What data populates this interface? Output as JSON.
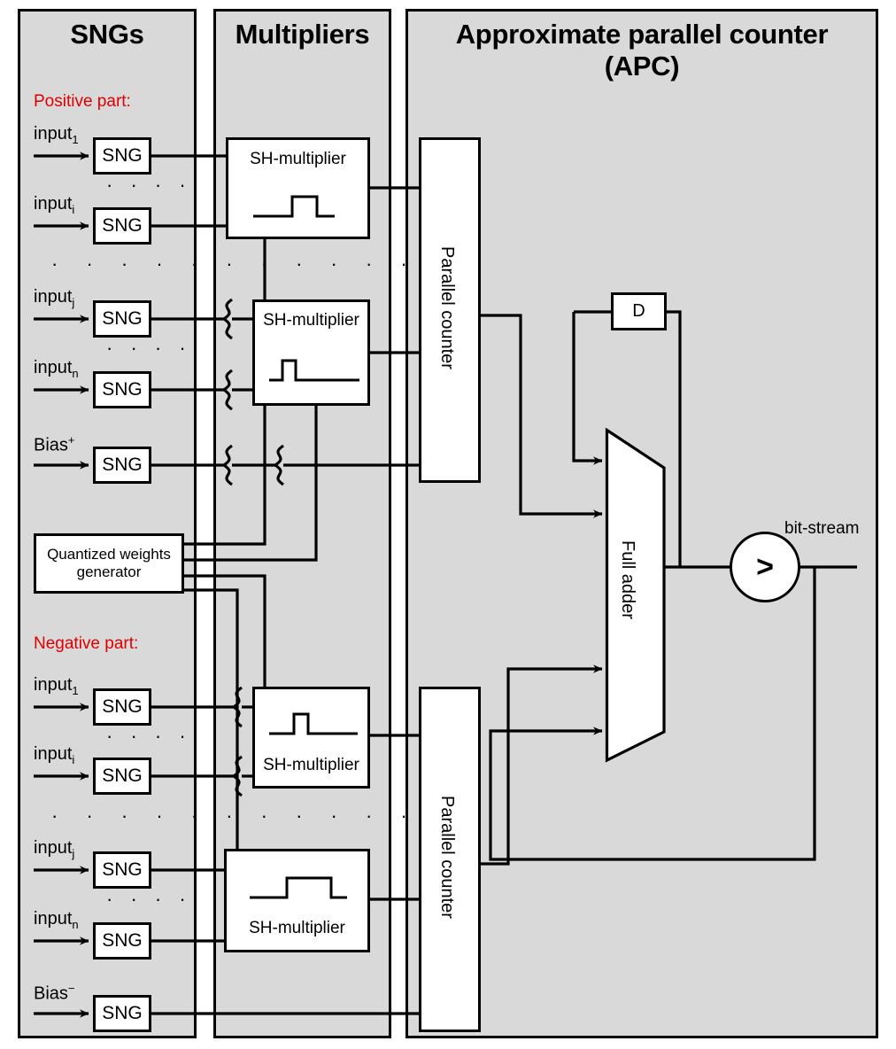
{
  "panels": {
    "sngs": {
      "title": "SNGs"
    },
    "multipliers": {
      "title": "Multipliers"
    },
    "apc": {
      "title_line1": "Approximate parallel counter",
      "title_line2": "(APC)"
    }
  },
  "sections": {
    "positive_label": "Positive part:",
    "negative_label": "Negative part:"
  },
  "positive": {
    "inputs": [
      {
        "name": "input",
        "sub": "1",
        "sng": "SNG"
      },
      {
        "name": "input",
        "sub": "i",
        "sng": "SNG"
      },
      {
        "name": "input",
        "sub": "j",
        "sng": "SNG"
      },
      {
        "name": "input",
        "sub": "n",
        "sng": "SNG"
      }
    ],
    "bias": {
      "name": "Bias",
      "sup": "+",
      "sng": "SNG"
    },
    "multipliers": [
      {
        "label": "SH-multiplier"
      },
      {
        "label": "SH-multiplier"
      }
    ]
  },
  "negative": {
    "inputs": [
      {
        "name": "input",
        "sub": "1",
        "sng": "SNG"
      },
      {
        "name": "input",
        "sub": "i",
        "sng": "SNG"
      },
      {
        "name": "input",
        "sub": "j",
        "sng": "SNG"
      },
      {
        "name": "input",
        "sub": "n",
        "sng": "SNG"
      }
    ],
    "bias": {
      "name": "Bias",
      "sup": "−",
      "sng": "SNG"
    },
    "multipliers": [
      {
        "label": "SH-multiplier"
      },
      {
        "label": "SH-multiplier"
      }
    ]
  },
  "weights_generator": {
    "line1": "Quantized weights",
    "line2": "generator"
  },
  "apc": {
    "parallel_counter_pos": "Parallel counter",
    "parallel_counter_neg": "Parallel counter",
    "dff": "D",
    "full_adder": "Full adder",
    "comparator_symbol": ">",
    "output_label": "bit-stream"
  },
  "ellipsis": {
    "short": "· · · ·",
    "long": "· · · · · · · · · · · ·"
  },
  "colors": {
    "panel_fill": "#d9d9d9",
    "section_label": "#e00000",
    "stroke": "#000000",
    "box_fill": "#ffffff"
  }
}
